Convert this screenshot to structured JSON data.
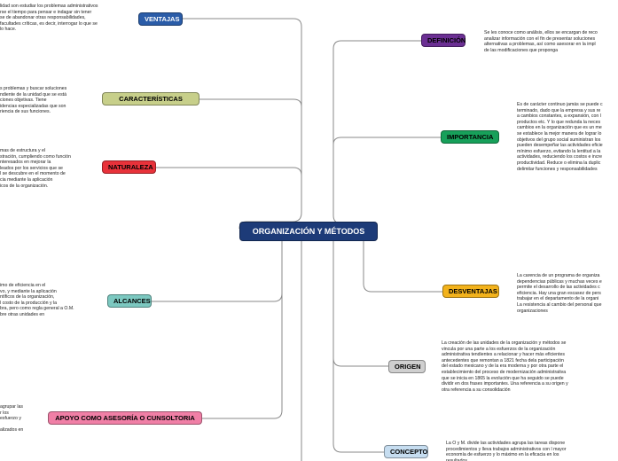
{
  "center": {
    "label": "ORGANIZACIÓN Y MÉTODOS",
    "color": "#1d3b78"
  },
  "left_nodes": [
    {
      "key": "ventajas",
      "label": "VENTAJAS",
      "color": "#2a5ca8",
      "text_color": "#ffffff",
      "text": "lidad son estudiar los problemas administrativos\nrse el tiempo para pensar e indagar sin tener\nse de abandonar otras responsabilidades,\nfacultades críticas, es decir, interrogar lo que se\nlo hace."
    },
    {
      "key": "caracteristicas",
      "label": "CARACTERÍSTICAS",
      "color": "#c7cf8a",
      "text_color": "#222222",
      "text": "s problemas y buscar soluciones\nndiente de la unidad que se está\nciones objetivas. Tiene\nidencias especializadas que son\nriencia de sus funciones."
    },
    {
      "key": "naturaleza",
      "label": "NATURALEZA",
      "color": "#e8323a",
      "text_color": "#222222",
      "text": "mas de estructura y el\nstración, cumpliendo como función\nnteresados en mejorar la\nleados por los servicios que se\nl se descubre en el momento de\ncia mediante la aplicación\nicos de la organización."
    },
    {
      "key": "alcances",
      "label": "ALCANCES",
      "color": "#7cc8c0",
      "text_color": "#222222",
      "text": "imo de eficiencia en el\nvo, y mediante la aplicación\nntíficos de la organización,\nl costo de la producción y la\nbra, pero como regla general a O.M.\nbre otras unidades en"
    },
    {
      "key": "apoyo",
      "label": "APOYO COMO ASESORÍA O CUNSOLTORIA",
      "color": "#f07fa6",
      "text_color": "#222222",
      "text": "agrupar las\nr los\nesfuerzo y\n\nalizados en"
    }
  ],
  "right_nodes": [
    {
      "key": "definicion",
      "label": "DEFINICIÓN",
      "color": "#6b2f93",
      "text_color": "#222222",
      "text": "Se les conoce como análisis, ellos se encargan de reco\nanalizar información con el fin de presentar soluciones\nalternativas a problemas, así como asesorar en la impl\nde las modificaciones que proponga"
    },
    {
      "key": "importancia",
      "label": "IMPORTANCIA",
      "color": "#17a05a",
      "text_color": "#222222",
      "text": "Es de carácter continuo jamás se puede c\nterminado, dado que la empresa y sus re\na cambios constantes, a expansión, con l\nproductos etc. Y lo que redunda la neces\ncambios en la organización que es un me\nse establece la mejor manera de lograr lo\nobjetivos del grupo social suministran los\npueden desempeñar las actividades eficie\nmínimo esfuerzo, evitando la lentitud a la\nactividades, reduciendo los costos e incre\nproductividad. Reduce o elimina la duplic\ndelimitar funciones y responsabilidades"
    },
    {
      "key": "desventajas",
      "label": "DESVENTAJAS",
      "color": "#f2b21c",
      "text_color": "#222222",
      "text": "La carencia de un programa de organiza\ndependencias públicas y muchas veces e\npermite el desarrollo de las actividades c\neficiencia. Hay una gran escasez de pers\ntrabajar en el departamento de la organi\nLa resistencia al cambio del personal que\norganizaciones"
    },
    {
      "key": "origen",
      "label": "ORIGEN",
      "color": "#cfcfcf",
      "text_color": "#222222",
      "text": "La creación de las unidades de la organización y métodos se\nvincula por una parte a los esfuerzos de la organización\nadministrativa tendientes a relacionar y hacer más eficientes\nantecedentes que remontan a 1821 fecha dela participación\ndel estado mexicano y de la era moderna y por otra parte el\nestablecimiento del proceso de modernización administrativa\nque se inicia en 1865 la evolución que ha seguido se puede\ndividir en dos frases importantes. Una referencia a su origen y\notra referencia a su consolidación"
    },
    {
      "key": "concepto",
      "label": "CONCEPTO",
      "color": "#c6ddf0",
      "text_color": "#222222",
      "text": "La O y M. divide las actividades agrupa las tareas dispone\nprocedimientos y lleva trabajos administrativos con l mayor\neconomía de esfuerzo y lo máximo en la eficacia en los\nresultados"
    }
  ]
}
